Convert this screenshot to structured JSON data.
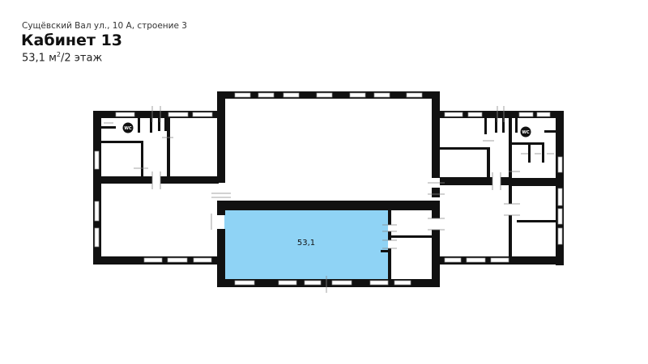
{
  "header": {
    "address": "Сущёвский Вал ул., 10 А, строение 3",
    "title": "Кабинет 13",
    "area_value": "53,1 м",
    "area_sup": "2",
    "floor": "/2 этаж"
  },
  "plan": {
    "highlighted_room": {
      "label": "53,1",
      "fill": "#8fd3f5"
    },
    "wc_labels": [
      "WC",
      "WC"
    ],
    "wall_color": "#111111"
  }
}
